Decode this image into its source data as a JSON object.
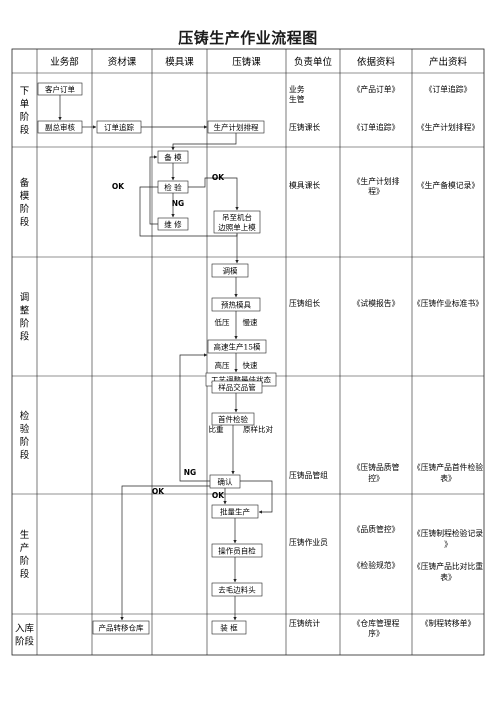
{
  "title": "压铸生产作业流程图",
  "columns": [
    "业务部",
    "资材课",
    "模具课",
    "压铸课",
    "负责单位",
    "依据资料",
    "产出资料"
  ],
  "stages": [
    {
      "id": "s1",
      "label": [
        "下",
        "单",
        "阶",
        "段"
      ]
    },
    {
      "id": "s2",
      "label": [
        "备",
        "模",
        "阶",
        "段"
      ]
    },
    {
      "id": "s3",
      "label": [
        "调",
        "整",
        "阶",
        "段"
      ]
    },
    {
      "id": "s4",
      "label": [
        "检",
        "验",
        "阶",
        "段"
      ]
    },
    {
      "id": "s5",
      "label": [
        "生",
        "产",
        "阶",
        "段"
      ]
    },
    {
      "id": "s6",
      "label": [
        "入库",
        "阶段"
      ]
    }
  ],
  "boxes": {
    "customer_order": "客户订单",
    "vp_review": "副总审核",
    "order_tracking": "订单追踪",
    "production_schedule": "生产计划排程",
    "prepare_mold": "备 模",
    "inspect": "检 验",
    "repair": "维 修",
    "crane_mount_1": "吊至机台",
    "crane_mount_2": "边照单上模",
    "adjust_mold": "调模",
    "preheat_mold": "预热模具",
    "high_speed_15": "高速生产15模",
    "process_adjust": "工艺调整最佳状态",
    "sample_pipe": "样品交品管",
    "first_piece": "首件检验",
    "confirm": "确认",
    "mass_production": "批量生产",
    "operator_check": "操作员自检",
    "deburr": "去毛边料头",
    "packing": "装 框",
    "product_warehouse": "产品转移仓库"
  },
  "labels": {
    "ok": "OK",
    "ng": "NG",
    "low_pressure": "低压",
    "slow_speed": "慢速",
    "high_pressure": "高压",
    "fast_speed": "快速",
    "compare": "比重",
    "compare_sample": "原样比对"
  },
  "right_columns": {
    "s1a": {
      "unit": [
        "业务",
        "生管"
      ],
      "basis": [
        "《产品订单》"
      ],
      "output": [
        "《订单追踪》"
      ]
    },
    "s1b": {
      "unit": [
        "压铸课长"
      ],
      "basis": [
        "《订单追踪》"
      ],
      "output": [
        "《生产计划排程》"
      ]
    },
    "s2": {
      "unit": [
        "模具课长"
      ],
      "basis": [
        "《生产计划排",
        "程》"
      ],
      "output": [
        "《生产备模记录》"
      ]
    },
    "s3": {
      "unit": [
        "压铸组长"
      ],
      "basis": [
        "《试模报告》"
      ],
      "output": [
        "《压铸作业标准书》"
      ]
    },
    "s4": {
      "unit": [
        "压铸品管组"
      ],
      "basis": [
        "《压铸品质管",
        "控》"
      ],
      "output": [
        "《压铸产品首件检验",
        "表》"
      ]
    },
    "s5": {
      "unit": [
        "压铸作业员"
      ],
      "basis": [
        "《品质管控》",
        "",
        "",
        "《检验规范》"
      ],
      "output": [
        "《压铸制程检验记录",
        "》",
        "",
        "《压铸产品比对比重",
        "表》"
      ]
    },
    "s6": {
      "unit": [
        "压铸统计"
      ],
      "basis": [
        "《仓库管理程",
        "序》"
      ],
      "output": [
        "《制程转移单》"
      ]
    }
  }
}
